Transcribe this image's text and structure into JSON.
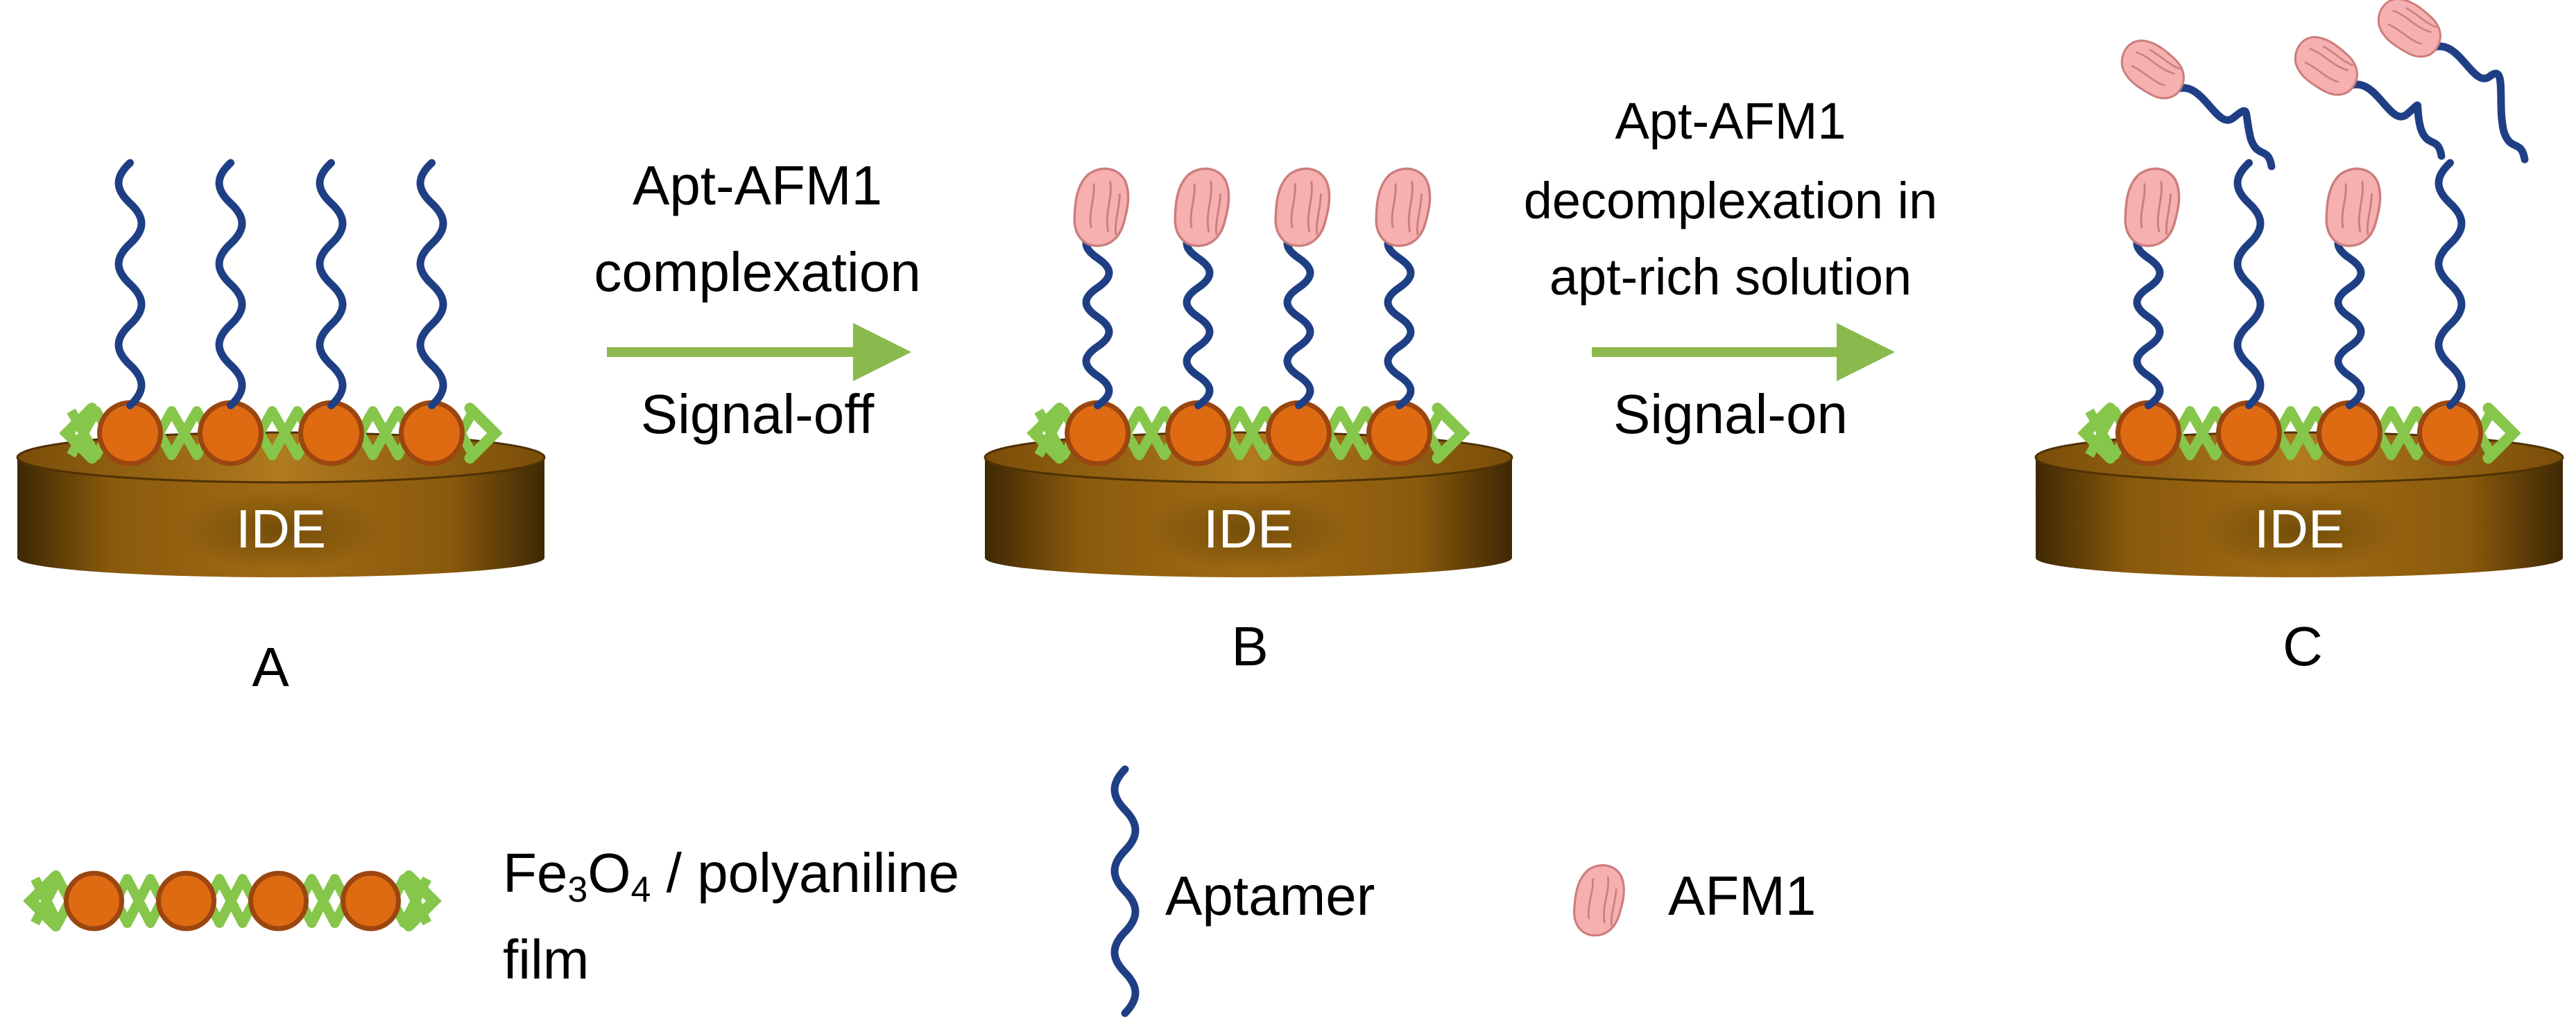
{
  "colors": {
    "electrode": "#8a5a0c",
    "electrode_dark": "#4f3205",
    "electrode_light": "#b98224",
    "particle": "#de6a12",
    "particle_rim": "#9b4610",
    "polymer": "#86c64a",
    "aptamer": "#1f3f85",
    "afm1_fill": "#f6b0b0",
    "afm1_stroke": "#cc7d7d",
    "arrow": "#8cb94e"
  },
  "panels": [
    {
      "electrode_label": "IDE",
      "panel_label": "A"
    },
    {
      "electrode_label": "IDE",
      "panel_label": "B"
    },
    {
      "electrode_label": "IDE",
      "panel_label": "C"
    }
  ],
  "steps": [
    {
      "title_lines": [
        "Apt-AFM1",
        "complexation"
      ],
      "signal": "Signal-off"
    },
    {
      "title_lines": [
        "Apt-AFM1",
        "decomplexation in",
        "apt-rich solution"
      ],
      "signal": "Signal-on"
    }
  ],
  "legend": {
    "film": {
      "formula": {
        "fe": "Fe",
        "sub3": "3",
        "o": "O",
        "sub4": "4"
      },
      "line1_rest": " / polyaniline",
      "line2": "film"
    },
    "aptamer": "Aptamer",
    "afm1": "AFM1"
  }
}
